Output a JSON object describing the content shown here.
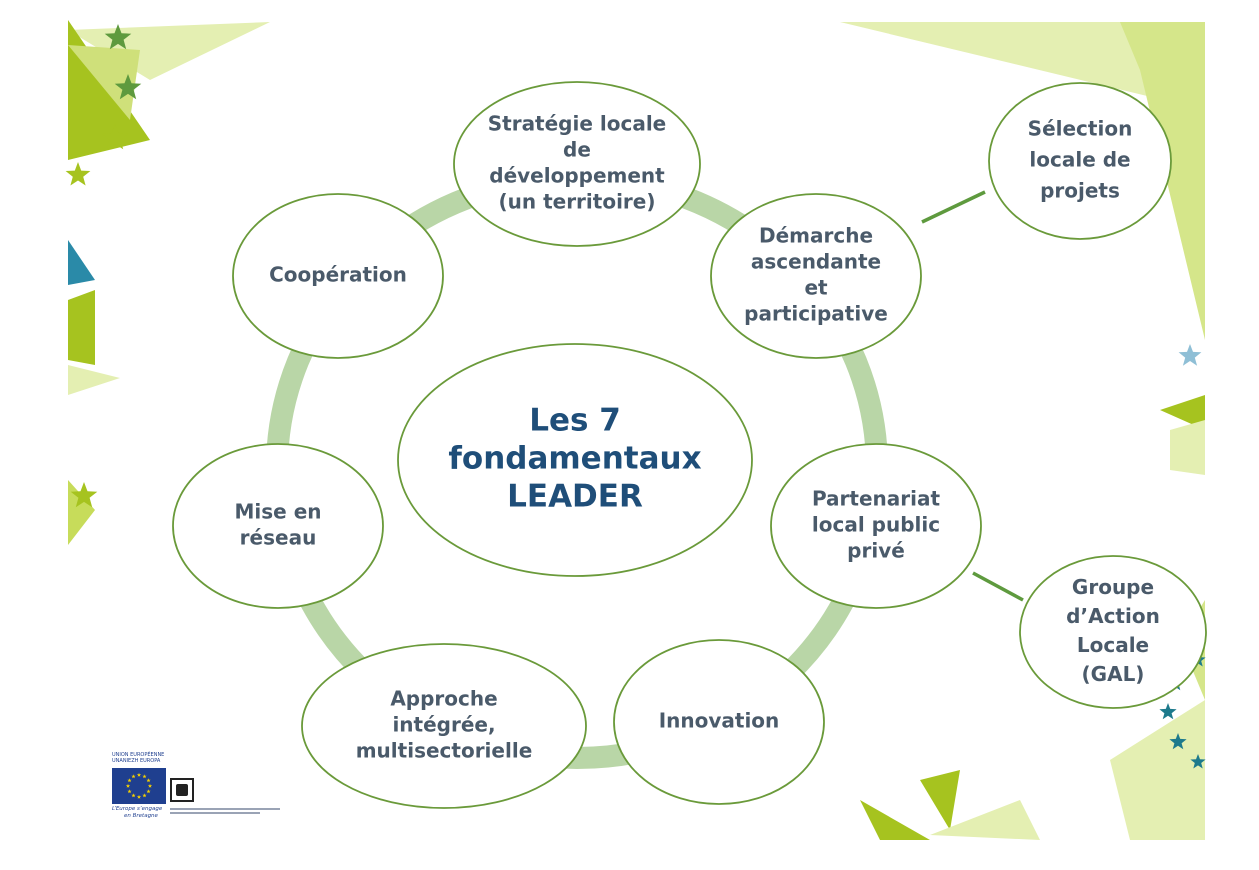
{
  "diagram": {
    "center": {
      "lines": [
        "Les 7",
        "fondamentaux",
        "LEADER"
      ]
    },
    "nodes": [
      {
        "id": "strategie",
        "lines": [
          "Stratégie locale",
          "de",
          "développement",
          "(un territoire)"
        ]
      },
      {
        "id": "demarche",
        "lines": [
          "Démarche",
          "ascendante",
          "et",
          "participative"
        ]
      },
      {
        "id": "partenariat",
        "lines": [
          "Partenariat",
          "local public",
          "privé"
        ]
      },
      {
        "id": "innovation",
        "lines": [
          "Innovation"
        ]
      },
      {
        "id": "approche",
        "lines": [
          "Approche",
          "intégrée,",
          "multisectorielle"
        ]
      },
      {
        "id": "mise-en-reseau",
        "lines": [
          "Mise en",
          "réseau"
        ]
      },
      {
        "id": "cooperation",
        "lines": [
          "Coopération"
        ]
      }
    ],
    "satellites": [
      {
        "id": "selection",
        "lines": [
          "Sélection",
          "locale de",
          "projets"
        ]
      },
      {
        "id": "gal",
        "lines": [
          "Groupe",
          "d’Action",
          "Locale",
          "(GAL)"
        ]
      }
    ]
  },
  "logo": {
    "top_text": "UNION EUROPÉENNE UNANIEZH EUROPA",
    "bottom_text_line1": "L’Europe s’engage",
    "bottom_text_line2": "en Bretagne"
  },
  "colors": {
    "ring": "#b9d6a7",
    "node_border": "#6a9a3a",
    "node_text": "#4a5a6a",
    "center_text": "#1f4e79",
    "connector": "#5e9a3e",
    "deco_green": "#a6c31f",
    "deco_light": "#e4efb2",
    "deco_teal": "#2a8aa8",
    "eu_blue": "#1f3f8f",
    "eu_star": "#f5d000"
  }
}
